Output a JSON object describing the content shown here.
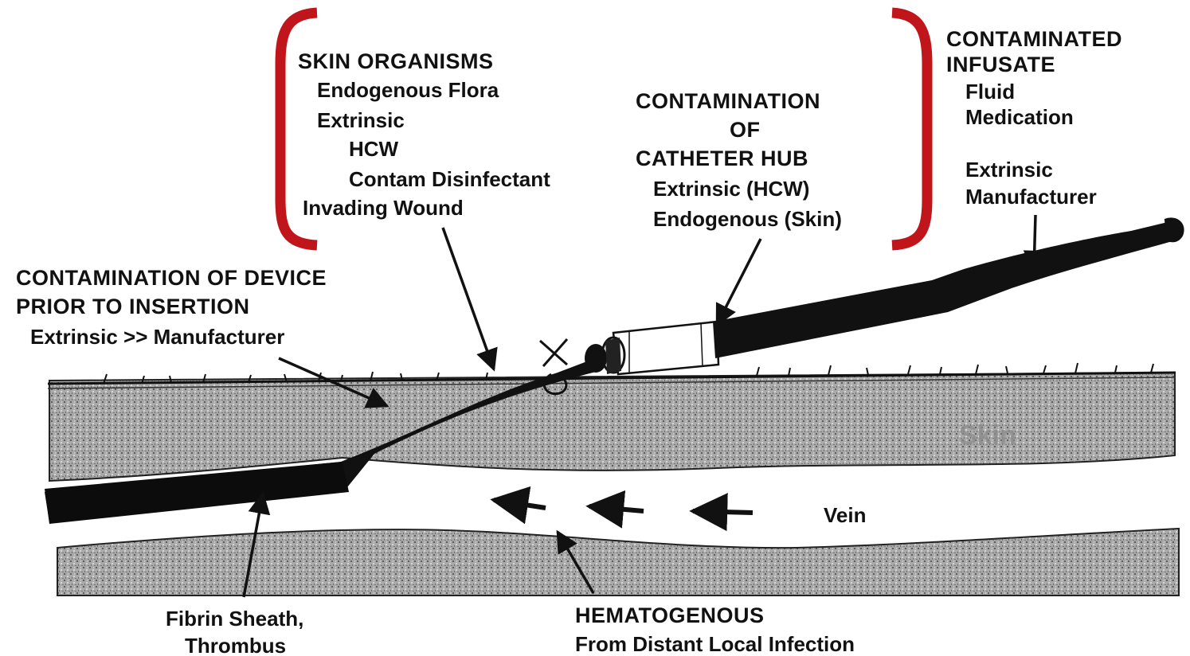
{
  "skin_organisms": {
    "title": "SKIN ORGANISMS",
    "endogenous": "Endogenous Flora",
    "extrinsic": "Extrinsic",
    "hcw": "HCW",
    "disinfectant": "Contam Disinfectant",
    "wound": "Invading Wound"
  },
  "hub": {
    "line1": "CONTAMINATION",
    "line2": "OF",
    "line3": "CATHETER HUB",
    "extrinsic": "Extrinsic (HCW)",
    "endogenous": "Endogenous (Skin)"
  },
  "infusate": {
    "line1": "CONTAMINATED",
    "line2": "INFUSATE",
    "fluid": "Fluid",
    "medication": "Medication",
    "extrinsic": "Extrinsic",
    "manufacturer": "Manufacturer"
  },
  "device": {
    "line1": "CONTAMINATION OF DEVICE",
    "line2": "PRIOR TO INSERTION",
    "sub": "Extrinsic >> Manufacturer"
  },
  "anatomy": {
    "skin": "Skin",
    "vein": "Vein"
  },
  "fibrin": {
    "line1": "Fibrin Sheath,",
    "line2": "Thrombus"
  },
  "hematogenous": {
    "title": "HEMATOGENOUS",
    "sub": "From Distant Local Infection"
  },
  "colors": {
    "bracket": "#c0161b",
    "tissue": "#a8a8a8",
    "catheter": "#111111"
  }
}
